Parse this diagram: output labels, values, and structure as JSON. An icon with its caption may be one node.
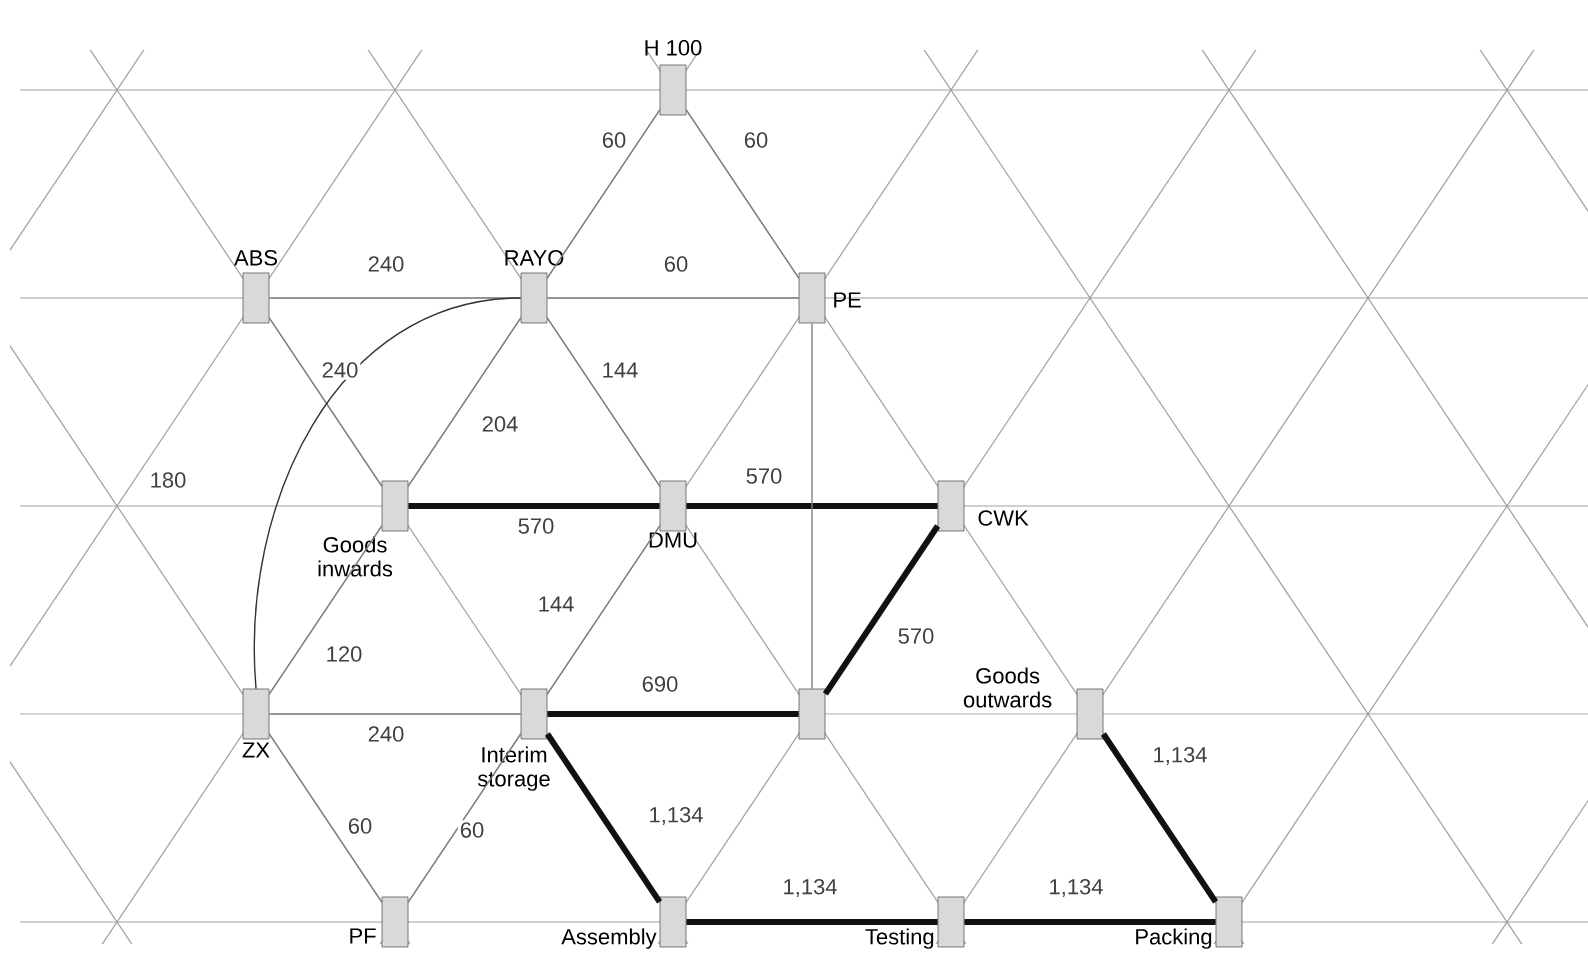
{
  "diagram": {
    "nodes": [
      {
        "text": [
          "H 100"
        ]
      },
      {
        "text": [
          "ABS"
        ]
      },
      {
        "text": [
          "RAYO"
        ]
      },
      {
        "text": [
          "PE"
        ]
      },
      {
        "text": [
          "Goods inwards"
        ]
      },
      {
        "text": [
          "DMU"
        ]
      },
      {
        "text": [
          "CWK"
        ]
      },
      {
        "text": [
          "ZX"
        ]
      },
      {
        "text": [
          "Interim storage"
        ]
      },
      {
        "text": [],
        "shape": "box"
      },
      {
        "text": [
          "Goods outwards"
        ]
      },
      {
        "text": [
          "PF"
        ]
      },
      {
        "text": [
          "Assembly"
        ]
      },
      {
        "text": [
          "Testing"
        ]
      },
      {
        "text": [
          "Packing"
        ]
      }
    ],
    "edges": [
      {
        "from": 0,
        "to": 2,
        "arrow": "none",
        "label": "60"
      },
      {
        "from": 0,
        "to": 3,
        "arrow": "none",
        "label": "60"
      },
      {
        "from": 1,
        "to": 2,
        "arrow": "none",
        "label": "240"
      },
      {
        "from": 2,
        "to": 3,
        "arrow": "none",
        "label": "60"
      },
      {
        "from": 1,
        "to": 4,
        "arrow": "none",
        "label": "240"
      },
      {
        "from": 2,
        "to": 4,
        "arrow": "none",
        "label": "204"
      },
      {
        "from": 2,
        "to": 5,
        "arrow": "none",
        "label": "144"
      },
      {
        "from": 4,
        "to": 5,
        "arrow": "none",
        "label": "570",
        "style": "thick",
        "color": "#111111"
      },
      {
        "from": 5,
        "to": 6,
        "arrow": "none",
        "label": "570",
        "style": "thick",
        "color": "#111111"
      },
      {
        "from": 3,
        "to": 9,
        "arrow": "none"
      },
      {
        "from": 4,
        "to": 7,
        "arrow": "none",
        "label": "120"
      },
      {
        "from": 5,
        "to": 8,
        "arrow": "none",
        "label": "144"
      },
      {
        "from": 7,
        "to": 8,
        "arrow": "none",
        "label": "240"
      },
      {
        "from": 8,
        "to": 9,
        "arrow": "none",
        "label": "690",
        "style": "thick",
        "color": "#111111"
      },
      {
        "from": 9,
        "to": 6,
        "arrow": "none",
        "label": "570",
        "style": "thick",
        "color": "#111111"
      },
      {
        "from": 7,
        "to": 11,
        "arrow": "none",
        "label": "60"
      },
      {
        "from": 11,
        "to": 8,
        "arrow": "none",
        "label": "60"
      },
      {
        "from": 8,
        "to": 12,
        "arrow": "none",
        "label": "1,134",
        "style": "thick",
        "color": "#111111"
      },
      {
        "from": 12,
        "to": 13,
        "arrow": "none",
        "label": "1,134",
        "style": "thick",
        "color": "#111111"
      },
      {
        "from": 13,
        "to": 14,
        "arrow": "none",
        "label": "1,134",
        "style": "thick",
        "color": "#111111"
      },
      {
        "from": 10,
        "to": 14,
        "arrow": "none",
        "label": "1,134",
        "style": "thick",
        "color": "#111111"
      },
      {
        "from": 2,
        "to": 7,
        "arrow": "none",
        "label": "180",
        "color": "#333333"
      }
    ]
  }
}
